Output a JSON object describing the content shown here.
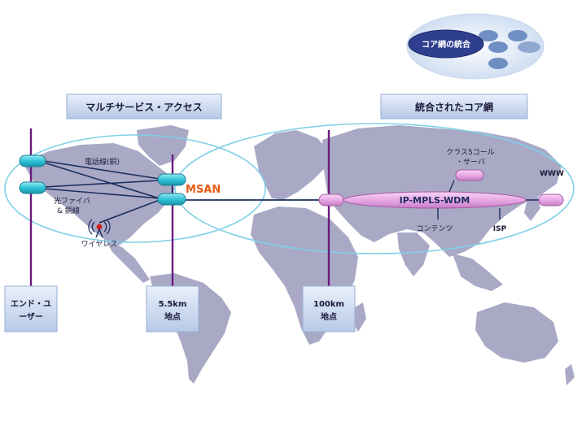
{
  "core_badge": {
    "label": "コア網の統合"
  },
  "headers": {
    "access": "マルチサービス・アクセス",
    "core": "統合されたコア網"
  },
  "access_labels": {
    "phone_line": "電話線(銅)",
    "fiber_line": "光ファイバ",
    "copper_line": "& 銅線",
    "wireless": "ワイヤレス",
    "msan": "MSAN"
  },
  "core_labels": {
    "class5_line1": "クラス5コール",
    "class5_line2": "・サーバ",
    "www": "WWW",
    "backbone": "IP-MPLS-WDM",
    "contents": "コンテンツ",
    "isp": "ISP"
  },
  "distance_boxes": {
    "end_user_line1": "エンド・ユ",
    "end_user_line2": "ーザー",
    "km55_line1": "5.5km",
    "km55_line2": "地点",
    "km100_line1": "100km",
    "km100_line2": "地点"
  },
  "colors": {
    "map": "#a9a9c6",
    "purple": "#6a1a7e",
    "teal": "#2ec5d8",
    "pink": "#e9a8e6",
    "msan": "#e65a14",
    "ellipse": "#7fd0e6",
    "box": "#c8d6ec",
    "navy": "#1c2e5c"
  }
}
